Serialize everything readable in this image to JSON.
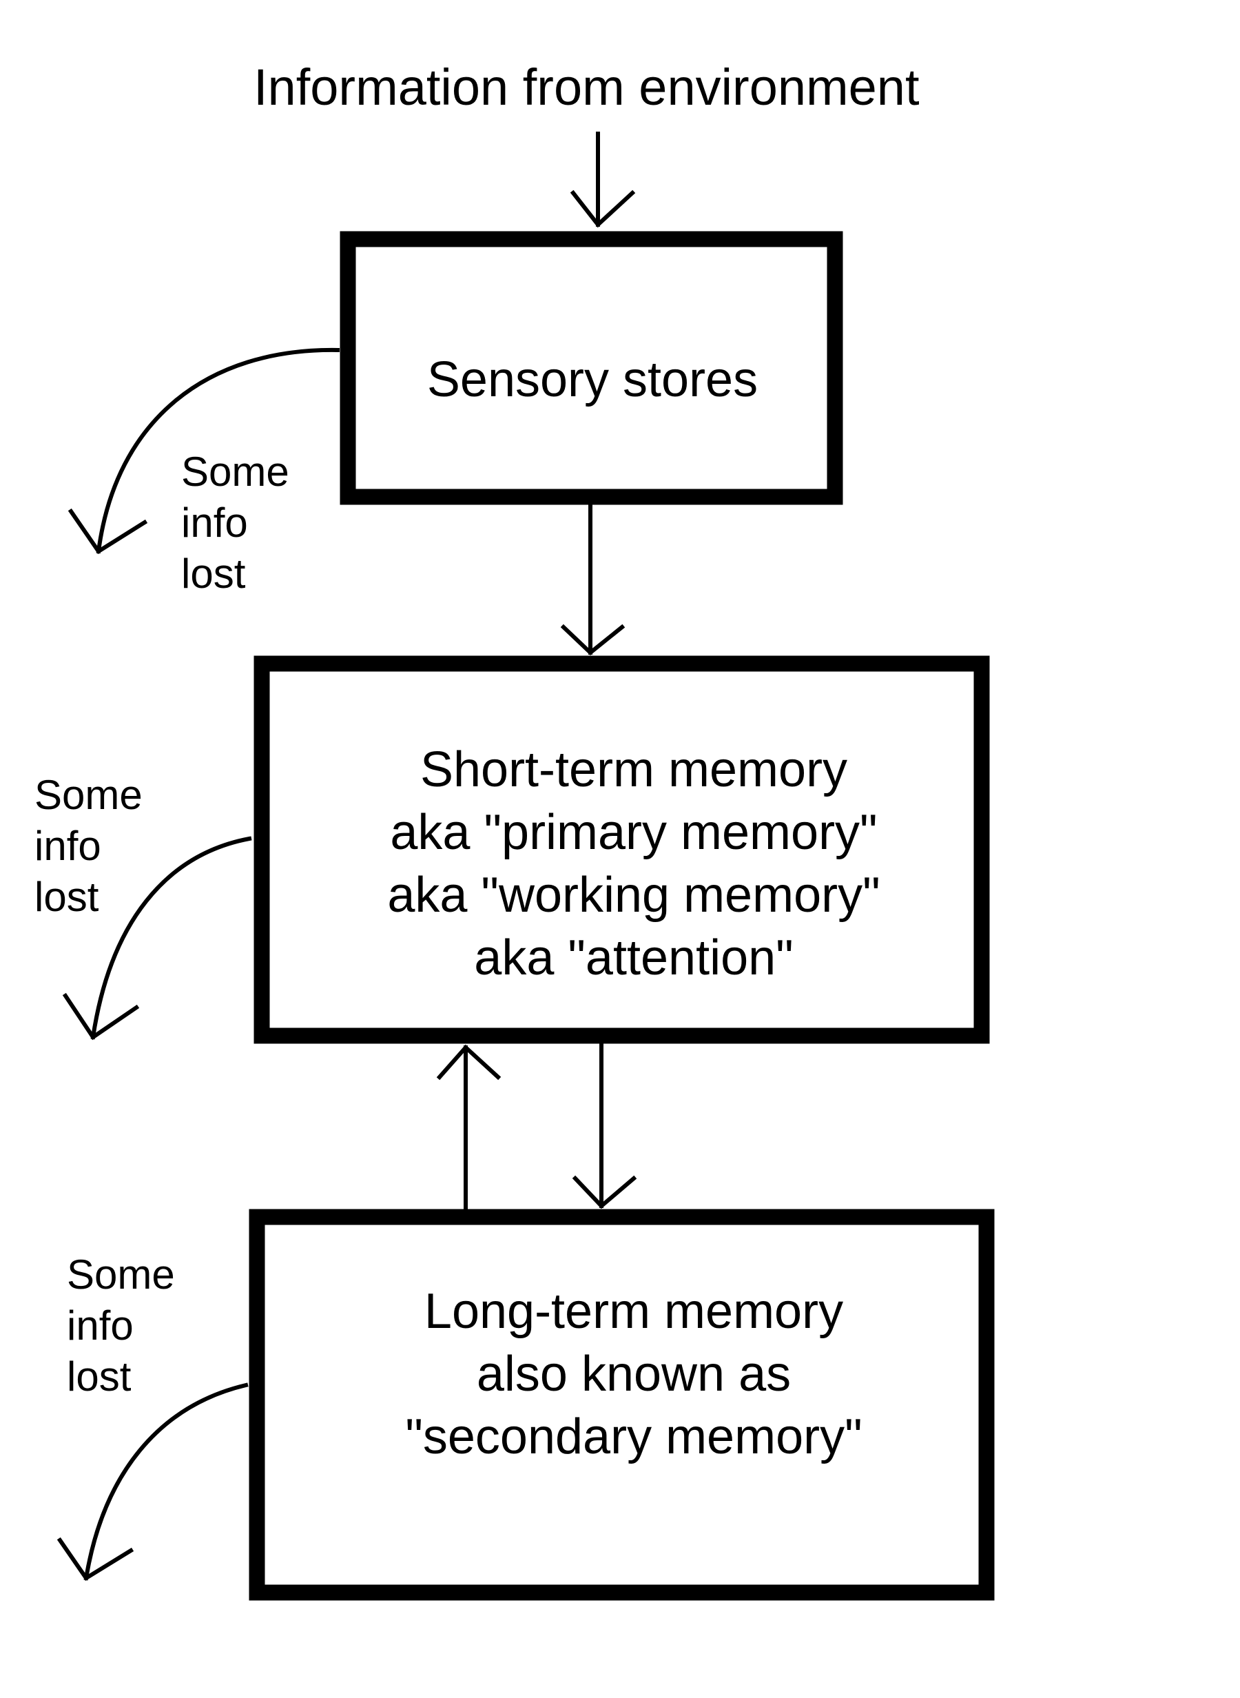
{
  "title": "Information from environment",
  "boxes": {
    "sensory": {
      "lines": [
        "Sensory stores"
      ]
    },
    "short_term": {
      "lines": [
        "Short-term memory",
        "aka \"primary memory\"",
        "aka \"working memory\"",
        "aka \"attention\""
      ]
    },
    "long_term": {
      "lines": [
        "Long-term memory",
        "also known as",
        "\"secondary memory\""
      ]
    }
  },
  "loss_labels": [
    {
      "lines": [
        "Some",
        "info",
        "lost"
      ]
    },
    {
      "lines": [
        "Some",
        "info",
        "lost"
      ]
    },
    {
      "lines": [
        "Some",
        "info",
        "lost"
      ]
    }
  ],
  "colors": {
    "stroke": "#000000",
    "background": "#ffffff"
  }
}
